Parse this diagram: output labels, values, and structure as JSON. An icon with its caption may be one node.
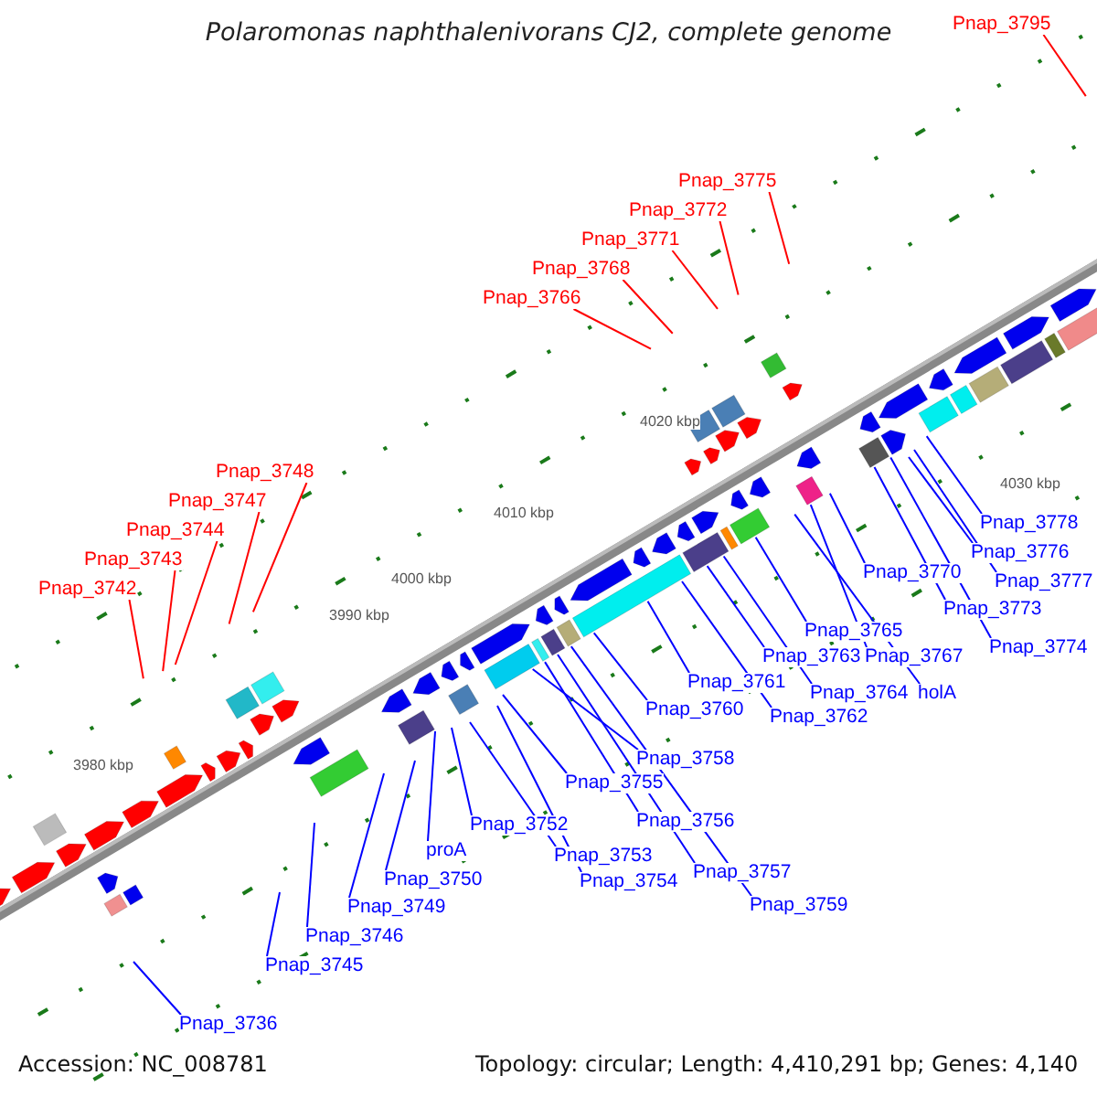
{
  "diagram": {
    "title": "Polaromonas naphthalenivorans CJ2, complete genome",
    "nodes": [
      {
        "text": [
          "Pnap_3795"
        ]
      },
      {
        "text": [
          "Pnap_3775"
        ]
      },
      {
        "text": [
          "Pnap_3772"
        ]
      },
      {
        "text": [
          "Pnap_3771"
        ]
      },
      {
        "text": [
          "Pnap_3768"
        ]
      },
      {
        "text": [
          "Pnap_3766"
        ]
      },
      {
        "text": [
          "Pnap_3748"
        ]
      },
      {
        "text": [
          "Pnap_3747"
        ]
      },
      {
        "text": [
          "Pnap_3744"
        ]
      },
      {
        "text": [
          "Pnap_3743"
        ]
      },
      {
        "text": [
          "Pnap_3742"
        ]
      },
      {
        "text": [
          "Pnap_3778"
        ]
      },
      {
        "text": [
          "Pnap_3776"
        ]
      },
      {
        "text": [
          "Pnap_3770"
        ]
      },
      {
        "text": [
          "Pnap_3777"
        ]
      },
      {
        "text": [
          "Pnap_3773"
        ]
      },
      {
        "text": [
          "Pnap_3765"
        ]
      },
      {
        "text": [
          "Pnap_3774"
        ]
      },
      {
        "text": [
          "Pnap_3763"
        ]
      },
      {
        "text": [
          "Pnap_3767"
        ]
      },
      {
        "text": [
          "Pnap_3761"
        ]
      },
      {
        "text": [
          "Pnap_3764"
        ]
      },
      {
        "text": [
          "holA"
        ]
      },
      {
        "text": [
          "Pnap_3760"
        ]
      },
      {
        "text": [
          "Pnap_3762"
        ]
      },
      {
        "text": [
          "Pnap_3758"
        ]
      },
      {
        "text": [
          "Pnap_3755"
        ]
      },
      {
        "text": [
          "Pnap_3756"
        ]
      },
      {
        "text": [
          "Pnap_3752"
        ]
      },
      {
        "text": [
          "proA"
        ]
      },
      {
        "text": [
          "Pnap_3753"
        ]
      },
      {
        "text": [
          "Pnap_3757"
        ]
      },
      {
        "text": [
          "Pnap_3750"
        ]
      },
      {
        "text": [
          "Pnap_3754"
        ]
      },
      {
        "text": [
          "Pnap_3759"
        ]
      },
      {
        "text": [
          "Pnap_3749"
        ]
      },
      {
        "text": [
          "Pnap_3746"
        ]
      },
      {
        "text": [
          "Pnap_3745"
        ]
      },
      {
        "text": [
          "Pnap_3736"
        ]
      }
    ],
    "edges": [
      {
        "from": 0,
        "to": null,
        "arrow": "none",
        "color": "#ff0000"
      },
      {
        "from": 1,
        "to": null,
        "arrow": "none",
        "color": "#ff0000"
      },
      {
        "from": 2,
        "to": null,
        "arrow": "none",
        "color": "#ff0000"
      },
      {
        "from": 3,
        "to": null,
        "arrow": "none",
        "color": "#ff0000"
      },
      {
        "from": 4,
        "to": null,
        "arrow": "none",
        "color": "#ff0000"
      },
      {
        "from": 5,
        "to": null,
        "arrow": "none",
        "color": "#ff0000"
      },
      {
        "from": 6,
        "to": null,
        "arrow": "none",
        "color": "#ff0000"
      },
      {
        "from": 7,
        "to": null,
        "arrow": "none",
        "color": "#ff0000"
      },
      {
        "from": 8,
        "to": null,
        "arrow": "none",
        "color": "#ff0000"
      },
      {
        "from": 9,
        "to": null,
        "arrow": "none",
        "color": "#ff0000"
      },
      {
        "from": 10,
        "to": null,
        "arrow": "none",
        "color": "#ff0000"
      },
      {
        "from": 11,
        "to": null,
        "arrow": "none"
      },
      {
        "from": 12,
        "to": null,
        "arrow": "none"
      },
      {
        "from": 13,
        "to": null,
        "arrow": "none"
      },
      {
        "from": 14,
        "to": null,
        "arrow": "none"
      },
      {
        "from": 15,
        "to": null,
        "arrow": "none"
      },
      {
        "from": 16,
        "to": null,
        "arrow": "none"
      },
      {
        "from": 17,
        "to": null,
        "arrow": "none"
      },
      {
        "from": 18,
        "to": null,
        "arrow": "none"
      },
      {
        "from": 19,
        "to": null,
        "arrow": "none"
      },
      {
        "from": 20,
        "to": null,
        "arrow": "none"
      },
      {
        "from": 21,
        "to": null,
        "arrow": "none"
      },
      {
        "from": 22,
        "to": null,
        "arrow": "none"
      },
      {
        "from": 23,
        "to": null,
        "arrow": "none"
      },
      {
        "from": 24,
        "to": null,
        "arrow": "none"
      },
      {
        "from": 25,
        "to": null,
        "arrow": "none"
      },
      {
        "from": 26,
        "to": null,
        "arrow": "none"
      },
      {
        "from": 27,
        "to": null,
        "arrow": "none"
      },
      {
        "from": 28,
        "to": null,
        "arrow": "none"
      },
      {
        "from": 29,
        "to": null,
        "arrow": "none"
      },
      {
        "from": 30,
        "to": null,
        "arrow": "none"
      },
      {
        "from": 31,
        "to": null,
        "arrow": "none"
      },
      {
        "from": 32,
        "to": null,
        "arrow": "none"
      },
      {
        "from": 33,
        "to": null,
        "arrow": "none"
      },
      {
        "from": 34,
        "to": null,
        "arrow": "none"
      },
      {
        "from": 35,
        "to": null,
        "arrow": "none"
      },
      {
        "from": 36,
        "to": null,
        "arrow": "none"
      },
      {
        "from": 37,
        "to": null,
        "arrow": "none"
      },
      {
        "from": 38,
        "to": null,
        "arrow": "none"
      }
    ],
    "labels": [
      "4030 kbp",
      "4020 kbp",
      "4010 kbp",
      "4000 kbp",
      "3990 kbp",
      "3980 kbp",
      "Accession: NC_008781",
      "Topology: circular; Length: 4,410,291 bp; Genes: 4,140"
    ]
  }
}
